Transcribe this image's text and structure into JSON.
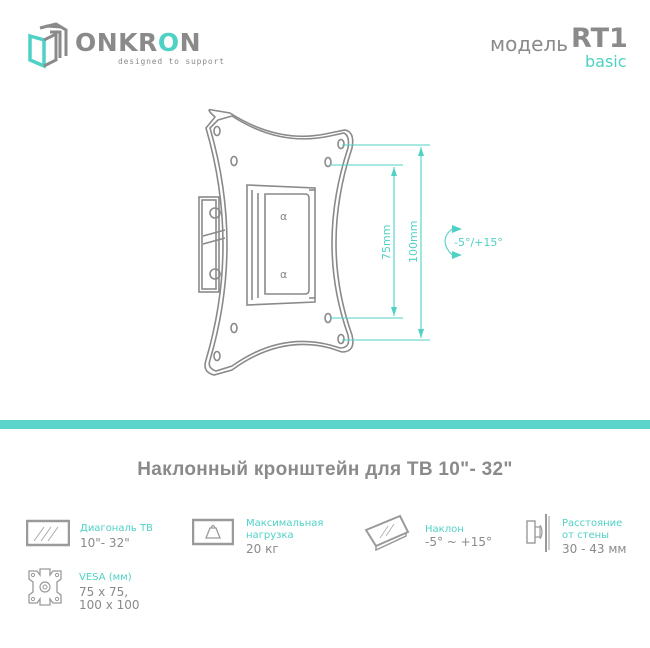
{
  "brand": {
    "name_prefix": "ONKR",
    "name_o": "O",
    "name_suffix": "N",
    "tagline": "designed to support",
    "colors": {
      "accent": "#4fd1c5",
      "gray": "#8a8a8a"
    }
  },
  "model": {
    "label": "модель",
    "number": "RT1",
    "variant": "basic"
  },
  "diagram": {
    "dim_75": "75mm",
    "dim_100": "100mm",
    "tilt": "-5°/+15°"
  },
  "title": "Наклонный кронштейн для ТВ 10\"- 32\"",
  "specs": [
    {
      "icon": "tv-screen-icon",
      "label": "Диагональ ТВ",
      "value": "10\"- 32\""
    },
    {
      "icon": "weight-icon",
      "label": "Максимальная нагрузка",
      "label_line1": "Максимальная",
      "label_line2": "нагрузка",
      "value": "20 кг"
    },
    {
      "icon": "tilt-icon",
      "label": "Наклон",
      "value": "-5° ~ +15°"
    },
    {
      "icon": "wall-distance-icon",
      "label": "Расстояние от стены",
      "label_line1": "Расстояние",
      "label_line2": "от стены",
      "value": "30 - 43 мм"
    },
    {
      "icon": "vesa-icon",
      "label": "VESA (мм)",
      "value_line1": "75 x 75,",
      "value_line2": "100 x 100"
    }
  ]
}
